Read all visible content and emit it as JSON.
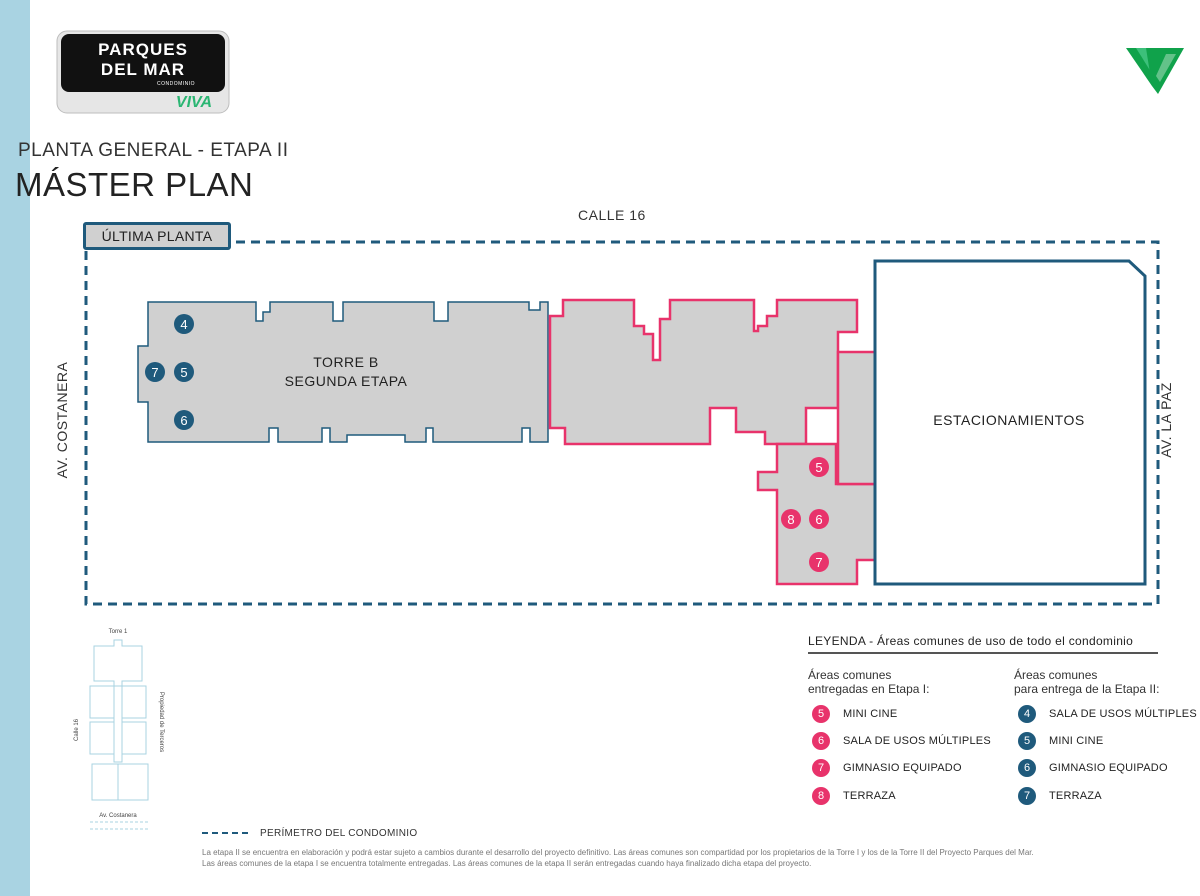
{
  "brand": {
    "logo_line1": "PARQUES",
    "logo_line2": "DEL MAR",
    "logo_small": "CONDOMINIO",
    "logo_viva": "VIVA",
    "colors": {
      "logo_bg": "#111111",
      "viva_green": "#2bb673",
      "mark_green": "#10a24b"
    }
  },
  "header": {
    "subtitle": "PLANTA GENERAL - ETAPA II",
    "title": "MÁSTER PLAN"
  },
  "streets": {
    "top": "CALLE 16",
    "left": "AV. COSTANERA",
    "right": "AV. LA PAZ"
  },
  "floor_label": "ÚLTIMA PLANTA",
  "buildings": {
    "tower_b_line1": "TORRE B",
    "tower_b_line2": "SEGUNDA ETAPA",
    "parking": "ESTACIONAMIENTOS"
  },
  "markers": {
    "tower_b": [
      "4",
      "7",
      "5",
      "6"
    ],
    "stage1": [
      "5",
      "8",
      "6",
      "7"
    ]
  },
  "mini_map": {
    "top": "Torre 1",
    "left": "Calle 16",
    "right": "Propiedad de Terceros",
    "bottom": "Av. Costanera"
  },
  "legend": {
    "title": "LEYENDA - Áreas comunes de uso de todo el condominio",
    "col1_head_line1": "Áreas comunes",
    "col1_head_line2": "entregadas en Etapa I:",
    "col2_head_line1": "Áreas comunes",
    "col2_head_line2": "para entrega de la Etapa II:",
    "stage1_items": [
      {
        "num": "5",
        "label": "MINI CINE"
      },
      {
        "num": "6",
        "label": "SALA DE USOS MÚLTIPLES"
      },
      {
        "num": "7",
        "label": "GIMNASIO EQUIPADO"
      },
      {
        "num": "8",
        "label": "TERRAZA"
      }
    ],
    "stage2_items": [
      {
        "num": "4",
        "label": "SALA DE USOS MÚLTIPLES"
      },
      {
        "num": "5",
        "label": "MINI CINE"
      },
      {
        "num": "6",
        "label": "GIMNASIO EQUIPADO"
      },
      {
        "num": "7",
        "label": "TERRAZA"
      }
    ]
  },
  "perimeter_label": "PERÍMETRO DEL CONDOMINIO",
  "disclaimer_line1": "La etapa II se encuentra en elaboración y podrá estar sujeto a cambios durante el desarrollo del proyecto definitivo. Las áreas comunes son compartidad por los propietarios de la Torre I y los de la Torre II del Proyecto Parques del Mar.",
  "disclaimer_line2": "Las áreas comunes de la etapa I se encuentra totalmente entregadas. Las áreas comunes de la etapa II serán entregadas cuando haya finalizado dicha etapa del proyecto.",
  "colors": {
    "stage1_pink": "#e8336b",
    "stage2_blue": "#1f5a7c",
    "building_gray": "#d0d0d0"
  }
}
